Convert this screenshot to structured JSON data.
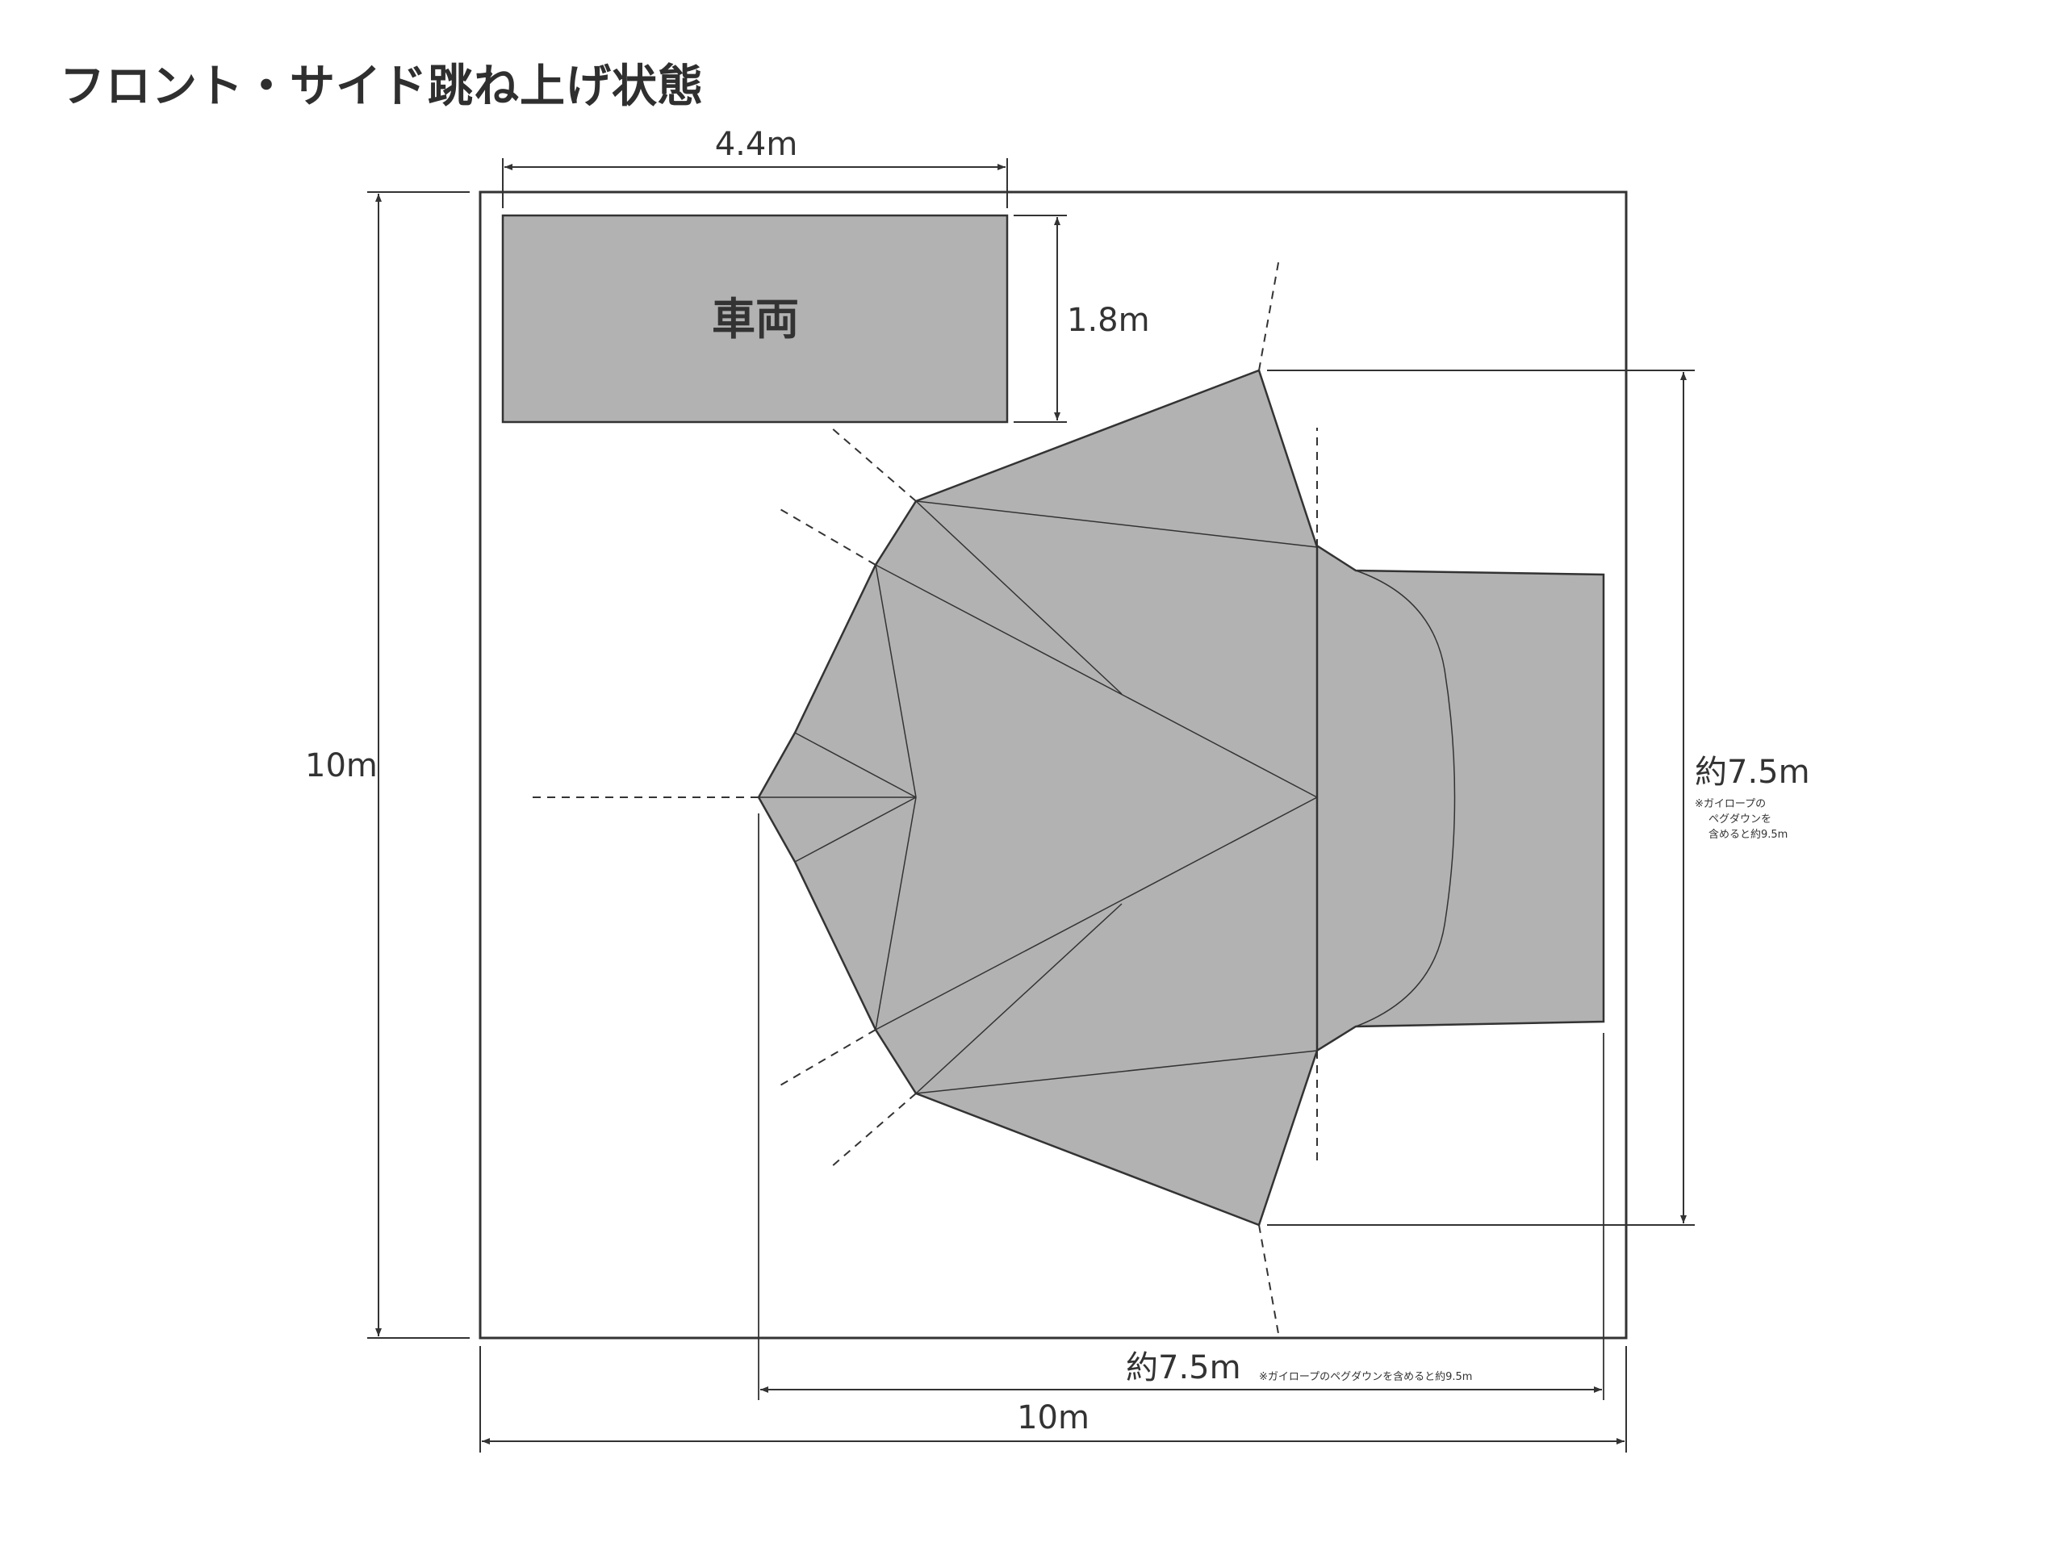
{
  "title": "フロント・サイド跳ね上げ状態",
  "vehicle": {
    "label": "車両",
    "width_label": "4.4m",
    "depth_label": "1.8m"
  },
  "site": {
    "width_label": "10m",
    "height_label": "10m"
  },
  "tent": {
    "height_label": "約7.5m",
    "height_note_lines": [
      "※ガイロープの",
      "ペグダウンを",
      "含めると約9.5m"
    ],
    "width_label": "約7.5m",
    "width_note": "※ガイロープのペグダウンを含めると約9.5m"
  },
  "colors": {
    "fill": "#b2b2b2",
    "line": "#333333",
    "background": "#ffffff"
  }
}
